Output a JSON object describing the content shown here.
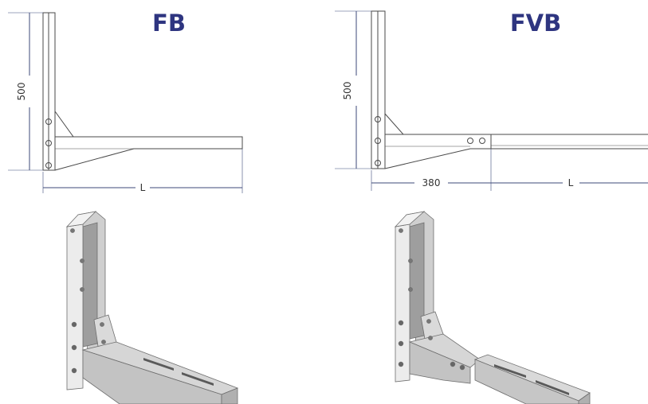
{
  "colors": {
    "title": "#2e3580",
    "line": "#4a4a4a",
    "dimline": "#3d4a7a",
    "metal_light": "#e4e4e4",
    "metal_mid": "#c8c8c8",
    "metal_dark": "#a9a9a9"
  },
  "left_bracket": {
    "title": "FB",
    "height_label": "500",
    "length_label": "L"
  },
  "right_bracket": {
    "title": "FVB",
    "height_label": "500",
    "fixed_length_label": "380",
    "length_label": "L"
  }
}
